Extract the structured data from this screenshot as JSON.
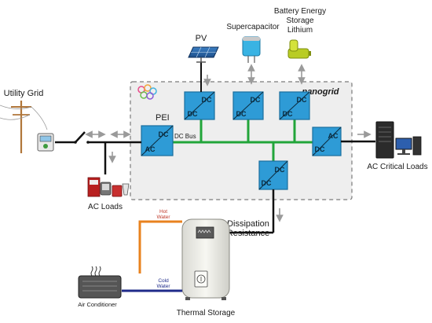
{
  "labels": {
    "utility_grid": "Utility Grid",
    "ac_loads": "AC Loads",
    "pv": "PV",
    "supercapacitor": "Supercapacitor",
    "battery_line1": "Battery Energy",
    "battery_line2": "Storage",
    "battery_line3": "Lithium",
    "nanogrid": "nanogrid",
    "pei": "PEI",
    "dc_bus": "DC Bus",
    "ac_critical_loads": "AC Critical Loads",
    "dissipation_line1": "Dissipation",
    "dissipation_line2": "Resistance",
    "hot_water_line1": "Hot",
    "hot_water_line2": "Water",
    "cold_water_line1": "Cold",
    "cold_water_line2": "Water",
    "air_conditioner": "Air Conditioner",
    "thermal_storage": "Thermal Storage"
  },
  "converters": {
    "pei": {
      "top": "DC",
      "bottom": "AC"
    },
    "pv": {
      "top": "DC",
      "bottom": "DC"
    },
    "supercap": {
      "top": "DC",
      "bottom": "DC"
    },
    "battery": {
      "top": "DC",
      "bottom": "DC"
    },
    "critical": {
      "top": "AC",
      "bottom": "DC"
    },
    "dissipation": {
      "top": "DC",
      "bottom": "DC"
    }
  },
  "colors": {
    "converter_fill": "#2e9bd6",
    "converter_stroke": "#1a6f9e",
    "dc_bus": "#22a53a",
    "nanogrid_fill": "#eeeeee",
    "hot_pipe": "#e8821e",
    "cold_pipe": "#1f2b8a",
    "arrow_gray": "#9a9a9a"
  },
  "icons": {
    "pv": "solar-panel-icon",
    "supercapacitor": "capacitor-icon",
    "battery": "battery-icon",
    "utility_grid": "power-pole-icon",
    "meter": "meter-icon",
    "switch": "switch-icon",
    "ac_loads": "appliances-icon",
    "critical_loads": "server-computer-icon",
    "air_conditioner": "air-conditioner-icon",
    "thermal_storage": "water-tank-icon",
    "smart_home": "smart-home-icon"
  }
}
